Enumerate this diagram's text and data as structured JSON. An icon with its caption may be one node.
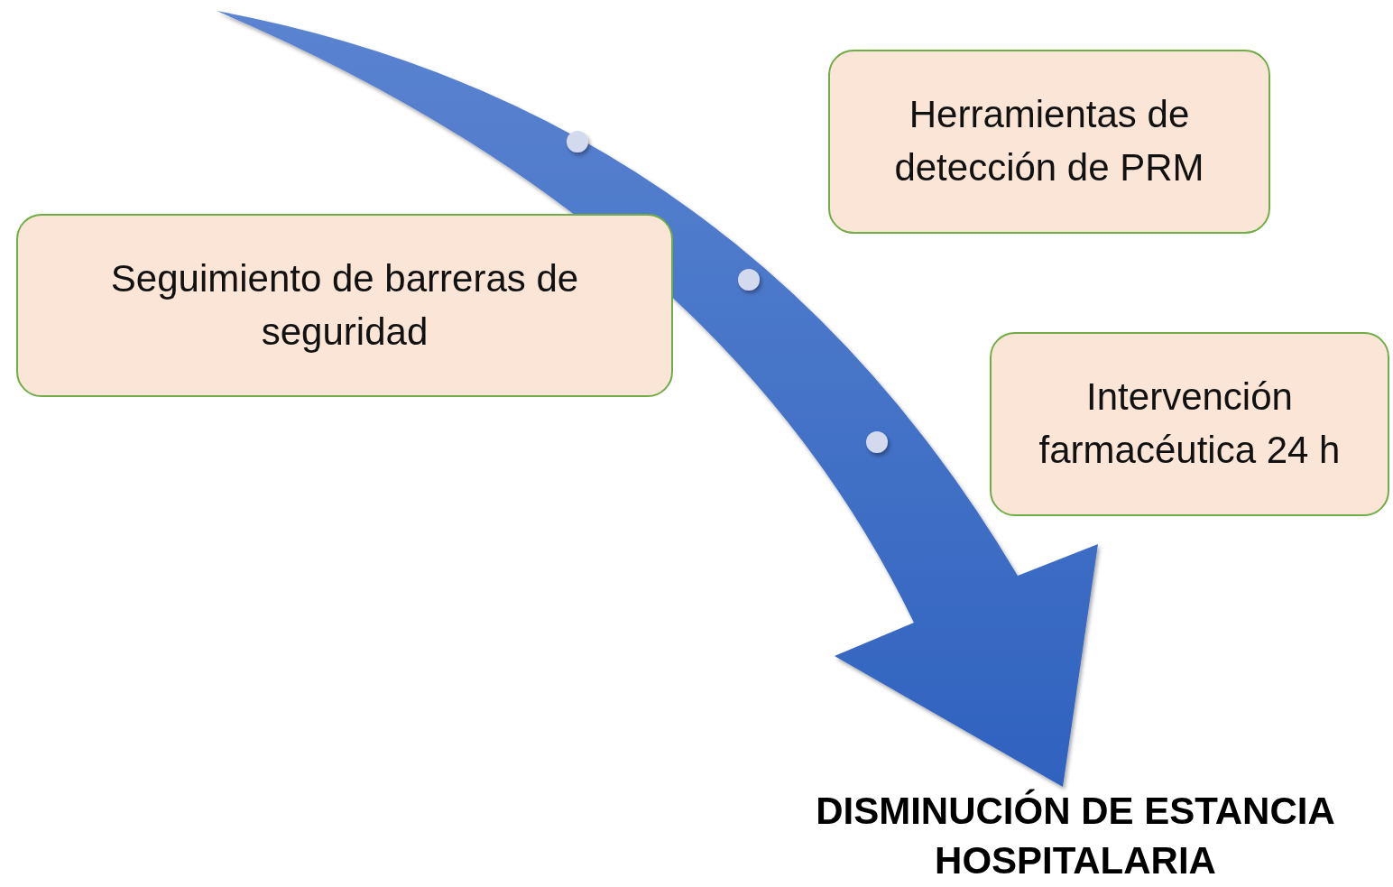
{
  "diagram": {
    "nodes": [
      {
        "text": [
          "Herramientas de detección de PRM"
        ]
      },
      {
        "text": [
          "Seguimiento de barreras de seguridad"
        ]
      },
      {
        "text": [
          "Intervención farmacéutica 24 h"
        ]
      },
      {
        "text": [
          "DISMINUCIÓN DE ESTANCIA HOSPITALARIA"
        ]
      }
    ],
    "edges": [
      {
        "from": null,
        "to": 3,
        "arrow": "to",
        "style": "thick"
      }
    ]
  }
}
